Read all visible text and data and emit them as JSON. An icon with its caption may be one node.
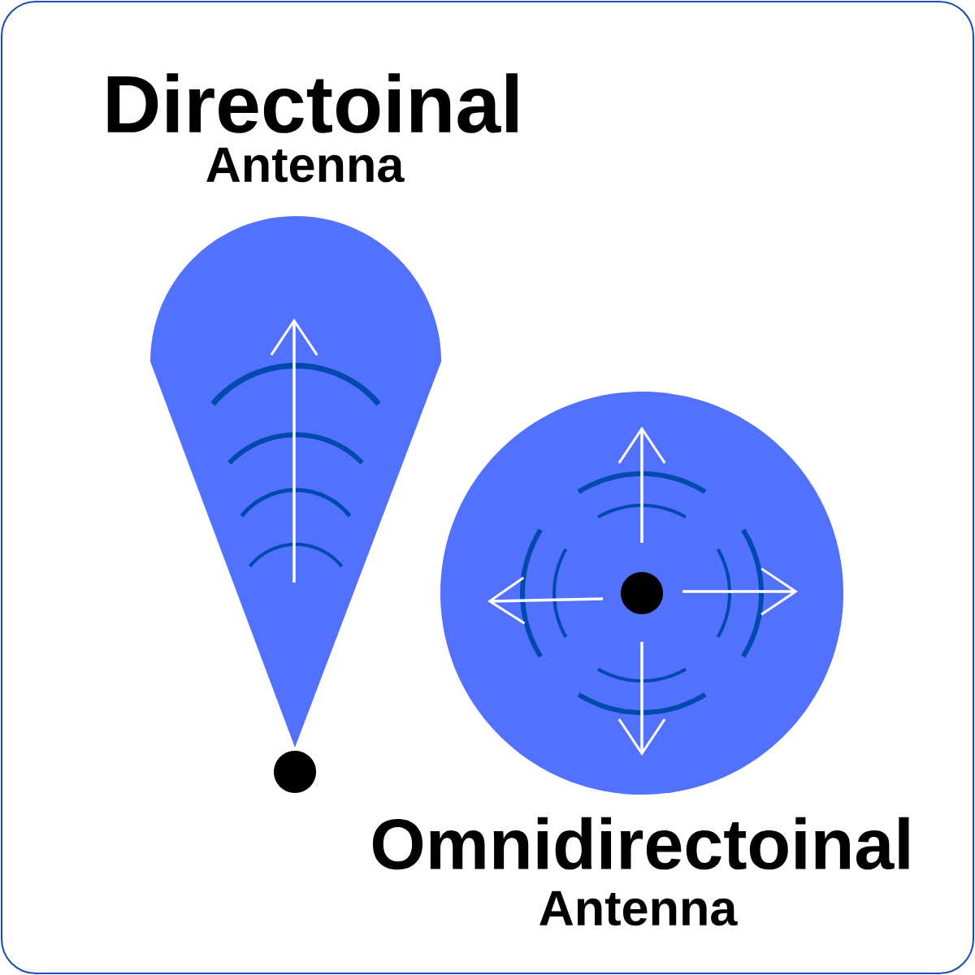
{
  "diagram": {
    "nodes": [
      {
        "text": [
          "Directoinal",
          "Antenna"
        ]
      },
      {
        "text": [
          "Omnidirectoinal",
          "Antenna"
        ]
      }
    ]
  }
}
